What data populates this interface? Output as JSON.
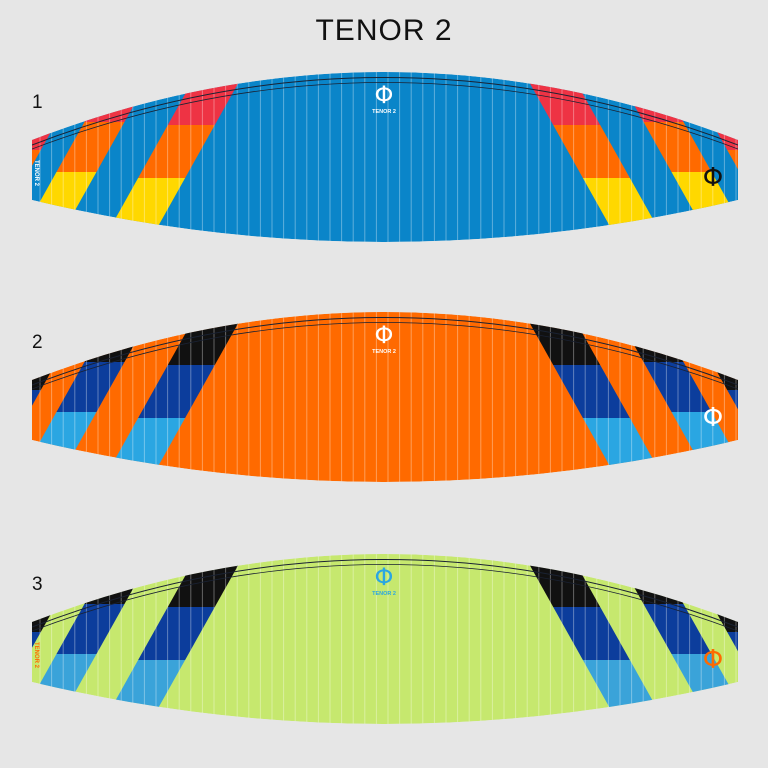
{
  "title": "TENOR 2",
  "logo_symbol": "Φ",
  "logo_text": "TENOR 2",
  "variants": [
    {
      "label": "1",
      "main": "#0a85c9",
      "top": "#ee3344",
      "mid": "#ff6a00",
      "low": "#ffd800",
      "tip_text": "#ffffff",
      "right_logo": "#111111"
    },
    {
      "label": "2",
      "main": "#ff6a00",
      "top": "#111111",
      "mid": "#0c3d9c",
      "low": "#2aa6e2",
      "tip_text": "#ff6a00",
      "right_logo": "#ffffff"
    },
    {
      "label": "3",
      "main": "#c6e86e",
      "top": "#111111",
      "mid": "#0c3d9c",
      "low": "#3aa3d9",
      "tip_text": "#ff6a00",
      "right_logo": "#ff6a00"
    }
  ]
}
